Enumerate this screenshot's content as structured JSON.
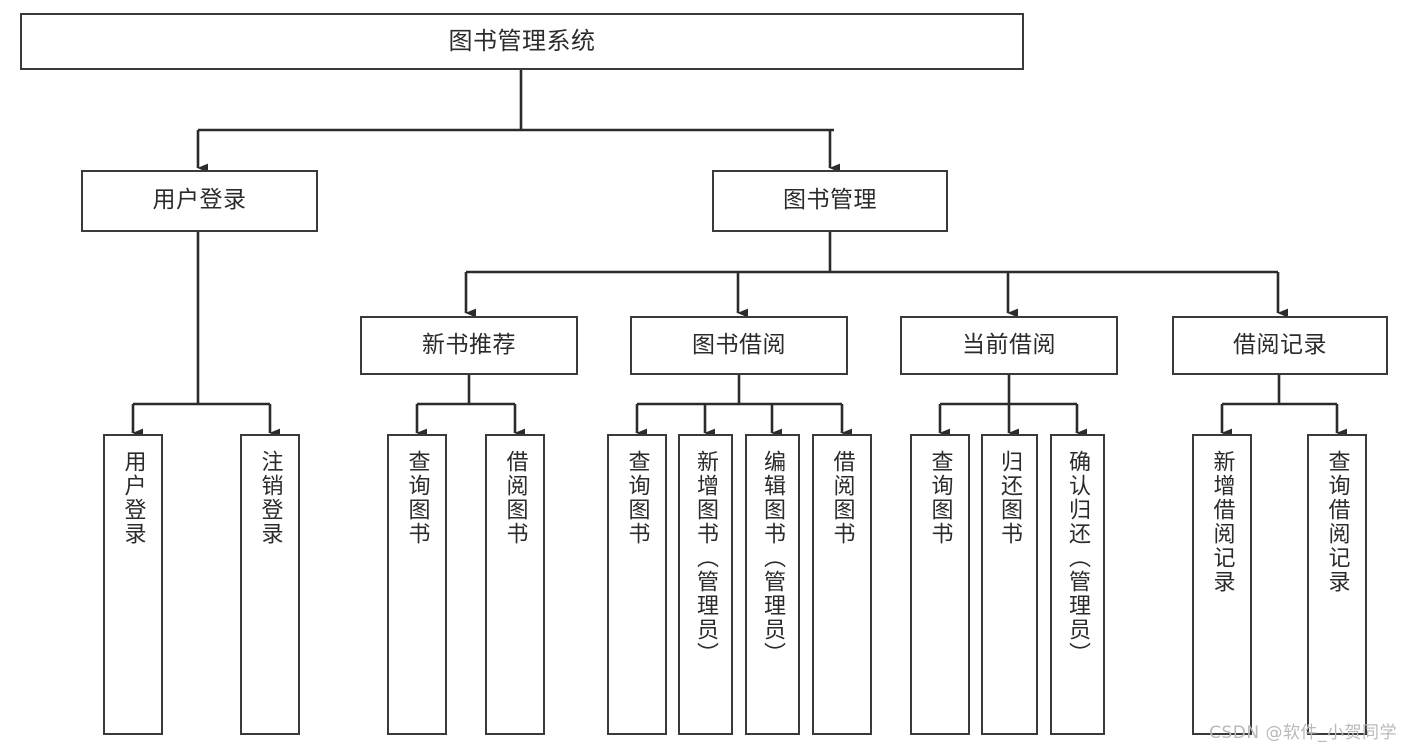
{
  "diagram": {
    "type": "tree-hierarchy-chart",
    "title": "图书管理系统",
    "watermark": "CSDN @软件_小贺同学",
    "colors": {
      "box_border": "#3a3a3a",
      "box_fill": "#ffffff",
      "connector": "#2b2b2b",
      "text": "#2b2b2b",
      "watermark": "#b9b9b9",
      "background": "#ffffff"
    },
    "root": {
      "label": "图书管理系统"
    },
    "level1": [
      {
        "id": "user-login",
        "label": "用户登录"
      },
      {
        "id": "book-manage",
        "label": "图书管理"
      }
    ],
    "level2": [
      {
        "id": "new-book-recommend",
        "label": "新书推荐",
        "parent": "book-manage"
      },
      {
        "id": "book-borrow",
        "label": "图书借阅",
        "parent": "book-manage"
      },
      {
        "id": "current-borrow",
        "label": "当前借阅",
        "parent": "book-manage"
      },
      {
        "id": "borrow-record",
        "label": "借阅记录",
        "parent": "book-manage"
      }
    ],
    "leaves": {
      "user_login": [
        {
          "id": "leaf-user-login",
          "label": "用户登录"
        },
        {
          "id": "leaf-logout-login",
          "label": "注销登录"
        }
      ],
      "new_book_recommend": [
        {
          "id": "leaf-query-book-1",
          "label": "查询图书"
        },
        {
          "id": "leaf-borrow-book-1",
          "label": "借阅图书"
        }
      ],
      "book_borrow": [
        {
          "id": "leaf-query-book-2",
          "label": "查询图书"
        },
        {
          "id": "leaf-add-book",
          "label": "新增图书（管理员）"
        },
        {
          "id": "leaf-edit-book",
          "label": "编辑图书（管理员）"
        },
        {
          "id": "leaf-borrow-book-2",
          "label": "借阅图书"
        }
      ],
      "current_borrow": [
        {
          "id": "leaf-query-book-3",
          "label": "查询图书"
        },
        {
          "id": "leaf-return-book",
          "label": "归还图书"
        },
        {
          "id": "leaf-confirm-return",
          "label": "确认归还（管理员）"
        }
      ],
      "borrow_record": [
        {
          "id": "leaf-add-record",
          "label": "新增借阅记录"
        },
        {
          "id": "leaf-query-record",
          "label": "查询借阅记录"
        }
      ]
    }
  }
}
